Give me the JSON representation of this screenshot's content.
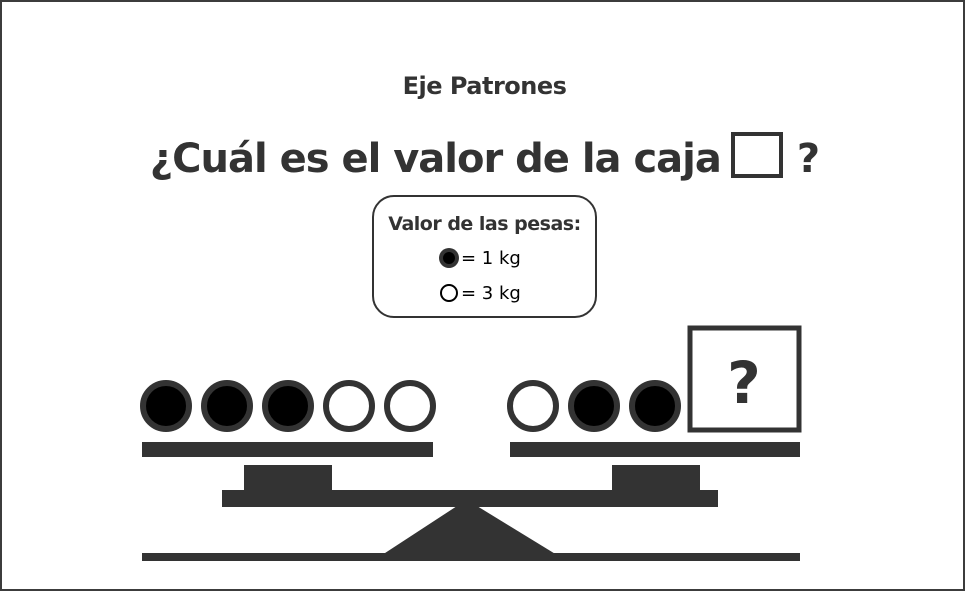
{
  "header": {
    "subtitle": "Eje Patrones",
    "question_before": "¿Cuál es el valor de la caja",
    "question_after": "?"
  },
  "legend": {
    "title": "Valor de las pesas:",
    "black_label": "= 1 kg",
    "white_label": "= 3 kg"
  },
  "scale": {
    "left_pan": [
      "black",
      "black",
      "black",
      "white",
      "white"
    ],
    "right_pan": [
      "white",
      "black",
      "black"
    ],
    "box_symbol": "?"
  },
  "colors": {
    "ink": "#333333",
    "black_weight": "#000000",
    "white_weight": "#ffffff"
  }
}
